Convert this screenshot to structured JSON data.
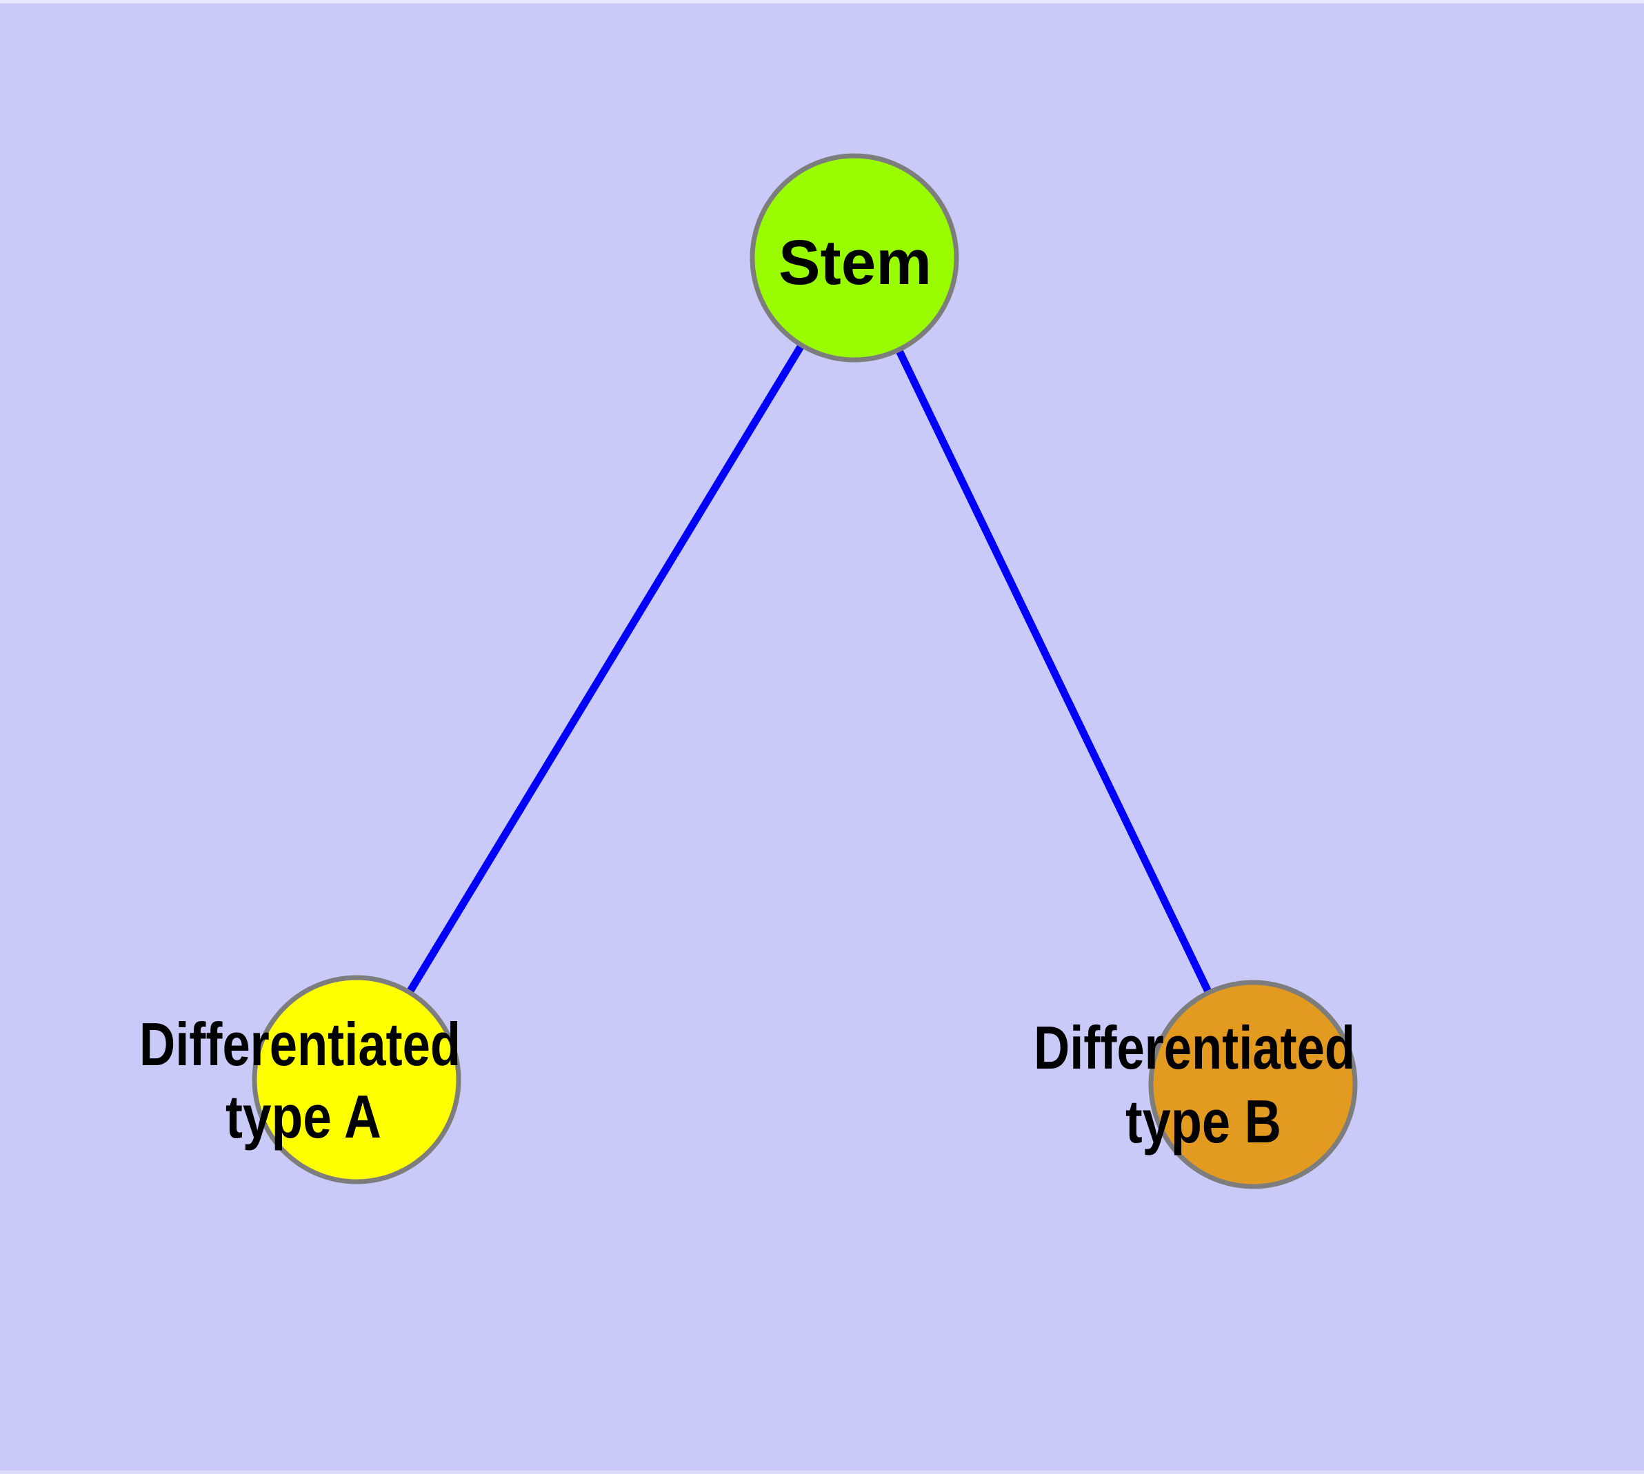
{
  "diagram": {
    "type": "node-link-graph",
    "description": "Cell differentiation diagram: a Stem node connected by two edges to two differentiated cell-type nodes",
    "nodes": [
      {
        "id": "stem",
        "label": "Stem",
        "label_lines": [
          "Stem"
        ],
        "fill": "#9afc00"
      },
      {
        "id": "differentiated-type-a",
        "label": "Differentiated type A",
        "label_lines": [
          "Differentiated",
          "type A"
        ],
        "fill": "#ffff00"
      },
      {
        "id": "differentiated-type-b",
        "label": "Differentiated type B",
        "label_lines": [
          "Differentiated",
          "type B"
        ],
        "fill": "#e39a20"
      }
    ],
    "edges": [
      {
        "from": "stem",
        "to": "differentiated-type-a"
      },
      {
        "from": "stem",
        "to": "differentiated-type-b"
      }
    ]
  },
  "style": {
    "background": "#cacaf8",
    "edge_color": "#0000fb",
    "node_border_color": "#7d7d7d",
    "label_color": "#000000"
  }
}
